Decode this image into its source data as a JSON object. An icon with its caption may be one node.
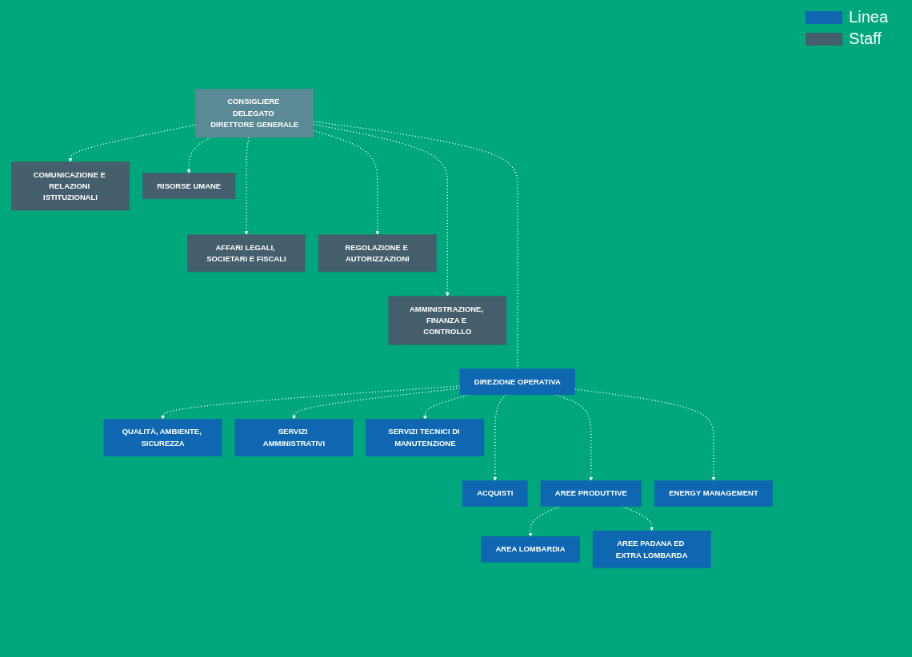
{
  "diagram": {
    "nodes": [
      {
        "text": [
          "CONSIGLIERE DELEGATO DIRETTORE GENERALE"
        ]
      },
      {
        "text": [
          "COMUNICAZIONE E RELAZIONI ISTITUZIONALI"
        ]
      },
      {
        "text": [
          "RISORSE UMANE"
        ]
      },
      {
        "text": [
          "AFFARI LEGALI, SOCIETARI E FISCALI"
        ]
      },
      {
        "text": [
          "REGOLAZIONE E AUTORIZZAZIONI"
        ]
      },
      {
        "text": [
          "AMMINISTRAZIONE, FINANZA E CONTROLLO"
        ]
      },
      {
        "text": [
          "DIREZIONE OPERATIVA"
        ]
      },
      {
        "text": [
          "QUALITÀ, AMBIENTE, SICUREZZA"
        ]
      },
      {
        "text": [
          "SERVIZI AMMINISTRATIVI"
        ]
      },
      {
        "text": [
          "SERVIZI TECNICI DI MANUTENZIONE"
        ]
      },
      {
        "text": [
          "ACQUISTI"
        ]
      },
      {
        "text": [
          "AREE PRODUTTIVE"
        ]
      },
      {
        "text": [
          "ENERGY MANAGEMENT"
        ]
      },
      {
        "text": [
          "AREA LOMBARDIA"
        ]
      },
      {
        "text": [
          "AREE PADANA ED EXTRA LOMBARDA"
        ]
      }
    ],
    "edges": [
      {
        "from": 0,
        "to": 1,
        "arrow": "to",
        "style": "dashed"
      },
      {
        "from": 0,
        "to": 2,
        "arrow": "to",
        "style": "dashed"
      },
      {
        "from": 0,
        "to": 3,
        "arrow": "to",
        "style": "dashed"
      },
      {
        "from": 0,
        "to": 4,
        "arrow": "to",
        "style": "dashed"
      },
      {
        "from": 0,
        "to": 5,
        "arrow": "to",
        "style": "dashed"
      },
      {
        "from": 0,
        "to": 6,
        "arrow": "none",
        "style": "dashed"
      },
      {
        "from": 6,
        "to": 7,
        "arrow": "to",
        "style": "dashed"
      },
      {
        "from": 6,
        "to": 8,
        "arrow": "to",
        "style": "dashed"
      },
      {
        "from": 6,
        "to": 9,
        "arrow": "to",
        "style": "dashed"
      },
      {
        "from": 6,
        "to": 10,
        "arrow": "to",
        "style": "dashed"
      },
      {
        "from": 6,
        "to": 11,
        "arrow": "to",
        "style": "dashed"
      },
      {
        "from": 6,
        "to": 12,
        "arrow": "to",
        "style": "dashed"
      },
      {
        "from": 11,
        "to": 13,
        "arrow": "to",
        "style": "dashed"
      },
      {
        "from": 11,
        "to": 14,
        "arrow": "to",
        "style": "dashed"
      }
    ],
    "legend": [
      {
        "text": "Linea",
        "color": "#0e67b0"
      },
      {
        "text": "Staff",
        "color": "#445f6b"
      }
    ]
  }
}
